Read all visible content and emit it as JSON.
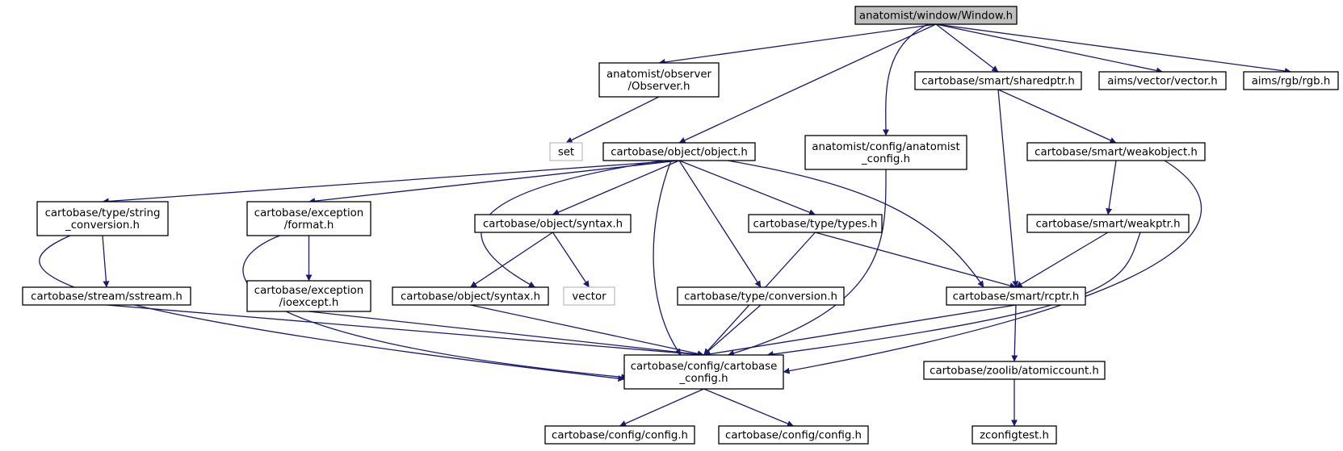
{
  "graph": {
    "nodes": [
      {
        "id": "window",
        "lines": [
          "anatomist/window/Window.h"
        ],
        "style": "root"
      },
      {
        "id": "observer",
        "lines": [
          "anatomist/observer",
          "/Observer.h"
        ],
        "style": "normal"
      },
      {
        "id": "set",
        "lines": [
          "set"
        ],
        "style": "ghost"
      },
      {
        "id": "object",
        "lines": [
          "cartobase/object/object.h"
        ],
        "style": "normal"
      },
      {
        "id": "anaconfig",
        "lines": [
          "anatomist/config/anatomist",
          "_config.h"
        ],
        "style": "normal"
      },
      {
        "id": "sharedptr",
        "lines": [
          "cartobase/smart/sharedptr.h"
        ],
        "style": "normal"
      },
      {
        "id": "vectorh",
        "lines": [
          "aims/vector/vector.h"
        ],
        "style": "normal"
      },
      {
        "id": "rgb",
        "lines": [
          "aims/rgb/rgb.h"
        ],
        "style": "normal"
      },
      {
        "id": "weakobject",
        "lines": [
          "cartobase/smart/weakobject.h"
        ],
        "style": "normal"
      },
      {
        "id": "strconv",
        "lines": [
          "cartobase/type/string",
          "_conversion.h"
        ],
        "style": "normal"
      },
      {
        "id": "format",
        "lines": [
          "cartobase/exception",
          "/format.h"
        ],
        "style": "normal"
      },
      {
        "id": "syntax1",
        "lines": [
          "cartobase/object/syntax.h"
        ],
        "style": "normal"
      },
      {
        "id": "types",
        "lines": [
          "cartobase/type/types.h"
        ],
        "style": "normal"
      },
      {
        "id": "weakptr",
        "lines": [
          "cartobase/smart/weakptr.h"
        ],
        "style": "normal"
      },
      {
        "id": "sstream",
        "lines": [
          "cartobase/stream/sstream.h"
        ],
        "style": "normal"
      },
      {
        "id": "ioexcept",
        "lines": [
          "cartobase/exception",
          "/ioexcept.h"
        ],
        "style": "normal"
      },
      {
        "id": "syntax2",
        "lines": [
          "cartobase/object/syntax.h"
        ],
        "style": "normal"
      },
      {
        "id": "vector",
        "lines": [
          "vector"
        ],
        "style": "ghost"
      },
      {
        "id": "conversion",
        "lines": [
          "cartobase/type/conversion.h"
        ],
        "style": "normal"
      },
      {
        "id": "rcptr",
        "lines": [
          "cartobase/smart/rcptr.h"
        ],
        "style": "normal"
      },
      {
        "id": "cbconfig",
        "lines": [
          "cartobase/config/cartobase",
          "_config.h"
        ],
        "style": "normal"
      },
      {
        "id": "atomic",
        "lines": [
          "cartobase/zoolib/atomiccount.h"
        ],
        "style": "normal"
      },
      {
        "id": "config1",
        "lines": [
          "cartobase/config/config.h"
        ],
        "style": "normal"
      },
      {
        "id": "config2",
        "lines": [
          "cartobase/config/config.h"
        ],
        "style": "normal"
      },
      {
        "id": "zconfig",
        "lines": [
          "zconfigtest.h"
        ],
        "style": "normal"
      }
    ],
    "edges": [
      {
        "from": "window",
        "to": "observer"
      },
      {
        "from": "window",
        "to": "object"
      },
      {
        "from": "window",
        "to": "anaconfig"
      },
      {
        "from": "window",
        "to": "sharedptr"
      },
      {
        "from": "window",
        "to": "vectorh"
      },
      {
        "from": "window",
        "to": "rgb"
      },
      {
        "from": "observer",
        "to": "set"
      },
      {
        "from": "object",
        "to": "strconv"
      },
      {
        "from": "object",
        "to": "format"
      },
      {
        "from": "object",
        "to": "syntax1"
      },
      {
        "from": "object",
        "to": "syntax2"
      },
      {
        "from": "object",
        "to": "types"
      },
      {
        "from": "object",
        "to": "conversion"
      },
      {
        "from": "object",
        "to": "rcptr"
      },
      {
        "from": "object",
        "to": "cbconfig"
      },
      {
        "from": "anaconfig",
        "to": "cbconfig"
      },
      {
        "from": "sharedptr",
        "to": "weakobject"
      },
      {
        "from": "sharedptr",
        "to": "rcptr"
      },
      {
        "from": "weakobject",
        "to": "weakptr"
      },
      {
        "from": "weakobject",
        "to": "cbconfig"
      },
      {
        "from": "strconv",
        "to": "sstream"
      },
      {
        "from": "strconv",
        "to": "cbconfig"
      },
      {
        "from": "format",
        "to": "ioexcept"
      },
      {
        "from": "format",
        "to": "cbconfig"
      },
      {
        "from": "syntax1",
        "to": "syntax2"
      },
      {
        "from": "syntax1",
        "to": "vector"
      },
      {
        "from": "types",
        "to": "rcptr"
      },
      {
        "from": "types",
        "to": "cbconfig"
      },
      {
        "from": "weakptr",
        "to": "rcptr"
      },
      {
        "from": "weakptr",
        "to": "cbconfig"
      },
      {
        "from": "sstream",
        "to": "cbconfig"
      },
      {
        "from": "ioexcept",
        "to": "cbconfig"
      },
      {
        "from": "syntax2",
        "to": "cbconfig"
      },
      {
        "from": "conversion",
        "to": "cbconfig"
      },
      {
        "from": "rcptr",
        "to": "cbconfig"
      },
      {
        "from": "rcptr",
        "to": "atomic"
      },
      {
        "from": "cbconfig",
        "to": "config1"
      },
      {
        "from": "cbconfig",
        "to": "config2"
      },
      {
        "from": "atomic",
        "to": "zconfig"
      }
    ]
  },
  "colors": {
    "edge": "#191970",
    "node_border": "#000000",
    "ghost_border": "#bfbfbf",
    "root_fill": "#bfbfbf",
    "node_fill": "#ffffff"
  }
}
